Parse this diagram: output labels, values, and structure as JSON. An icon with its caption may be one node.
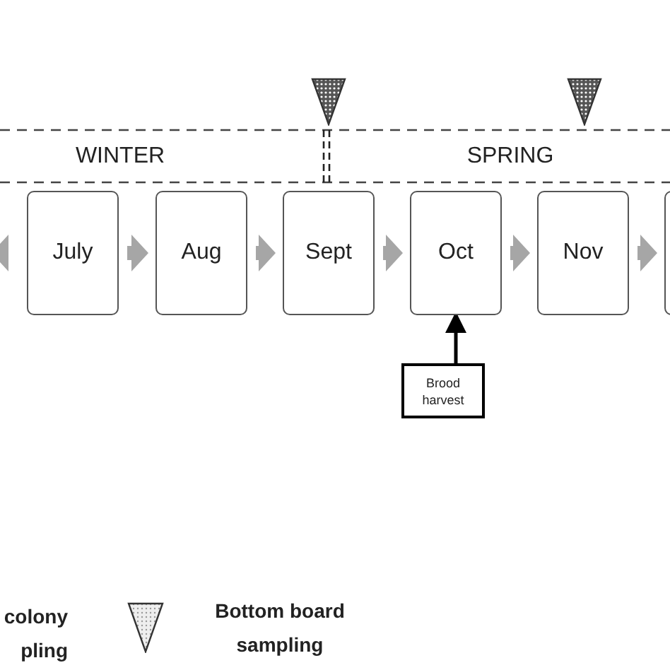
{
  "diagram": {
    "nodes": [
      {
        "text": [
          "July"
        ]
      },
      {
        "text": [
          "Aug"
        ]
      },
      {
        "text": [
          "Sept"
        ]
      },
      {
        "text": [
          "Oct"
        ]
      },
      {
        "text": [
          "Nov"
        ]
      },
      {
        "text": [],
        "shape": "box"
      },
      {
        "text": [
          "Brood harvest"
        ]
      }
    ],
    "edges": [
      {
        "from": null,
        "to": 0,
        "arrow": "to"
      },
      {
        "from": 0,
        "to": 1,
        "arrow": "to"
      },
      {
        "from": 1,
        "to": 2,
        "arrow": "to"
      },
      {
        "from": 2,
        "to": 3,
        "arrow": "to"
      },
      {
        "from": 3,
        "to": 4,
        "arrow": "to"
      },
      {
        "from": 4,
        "to": 5,
        "arrow": "to"
      },
      {
        "from": 6,
        "to": 3,
        "arrow": "to",
        "color": "#000000"
      }
    ],
    "labels": [
      "WINTER",
      "SPRING",
      "colony pling"
    ],
    "legend": [
      {
        "text": "Bottom board sampling"
      }
    ]
  }
}
